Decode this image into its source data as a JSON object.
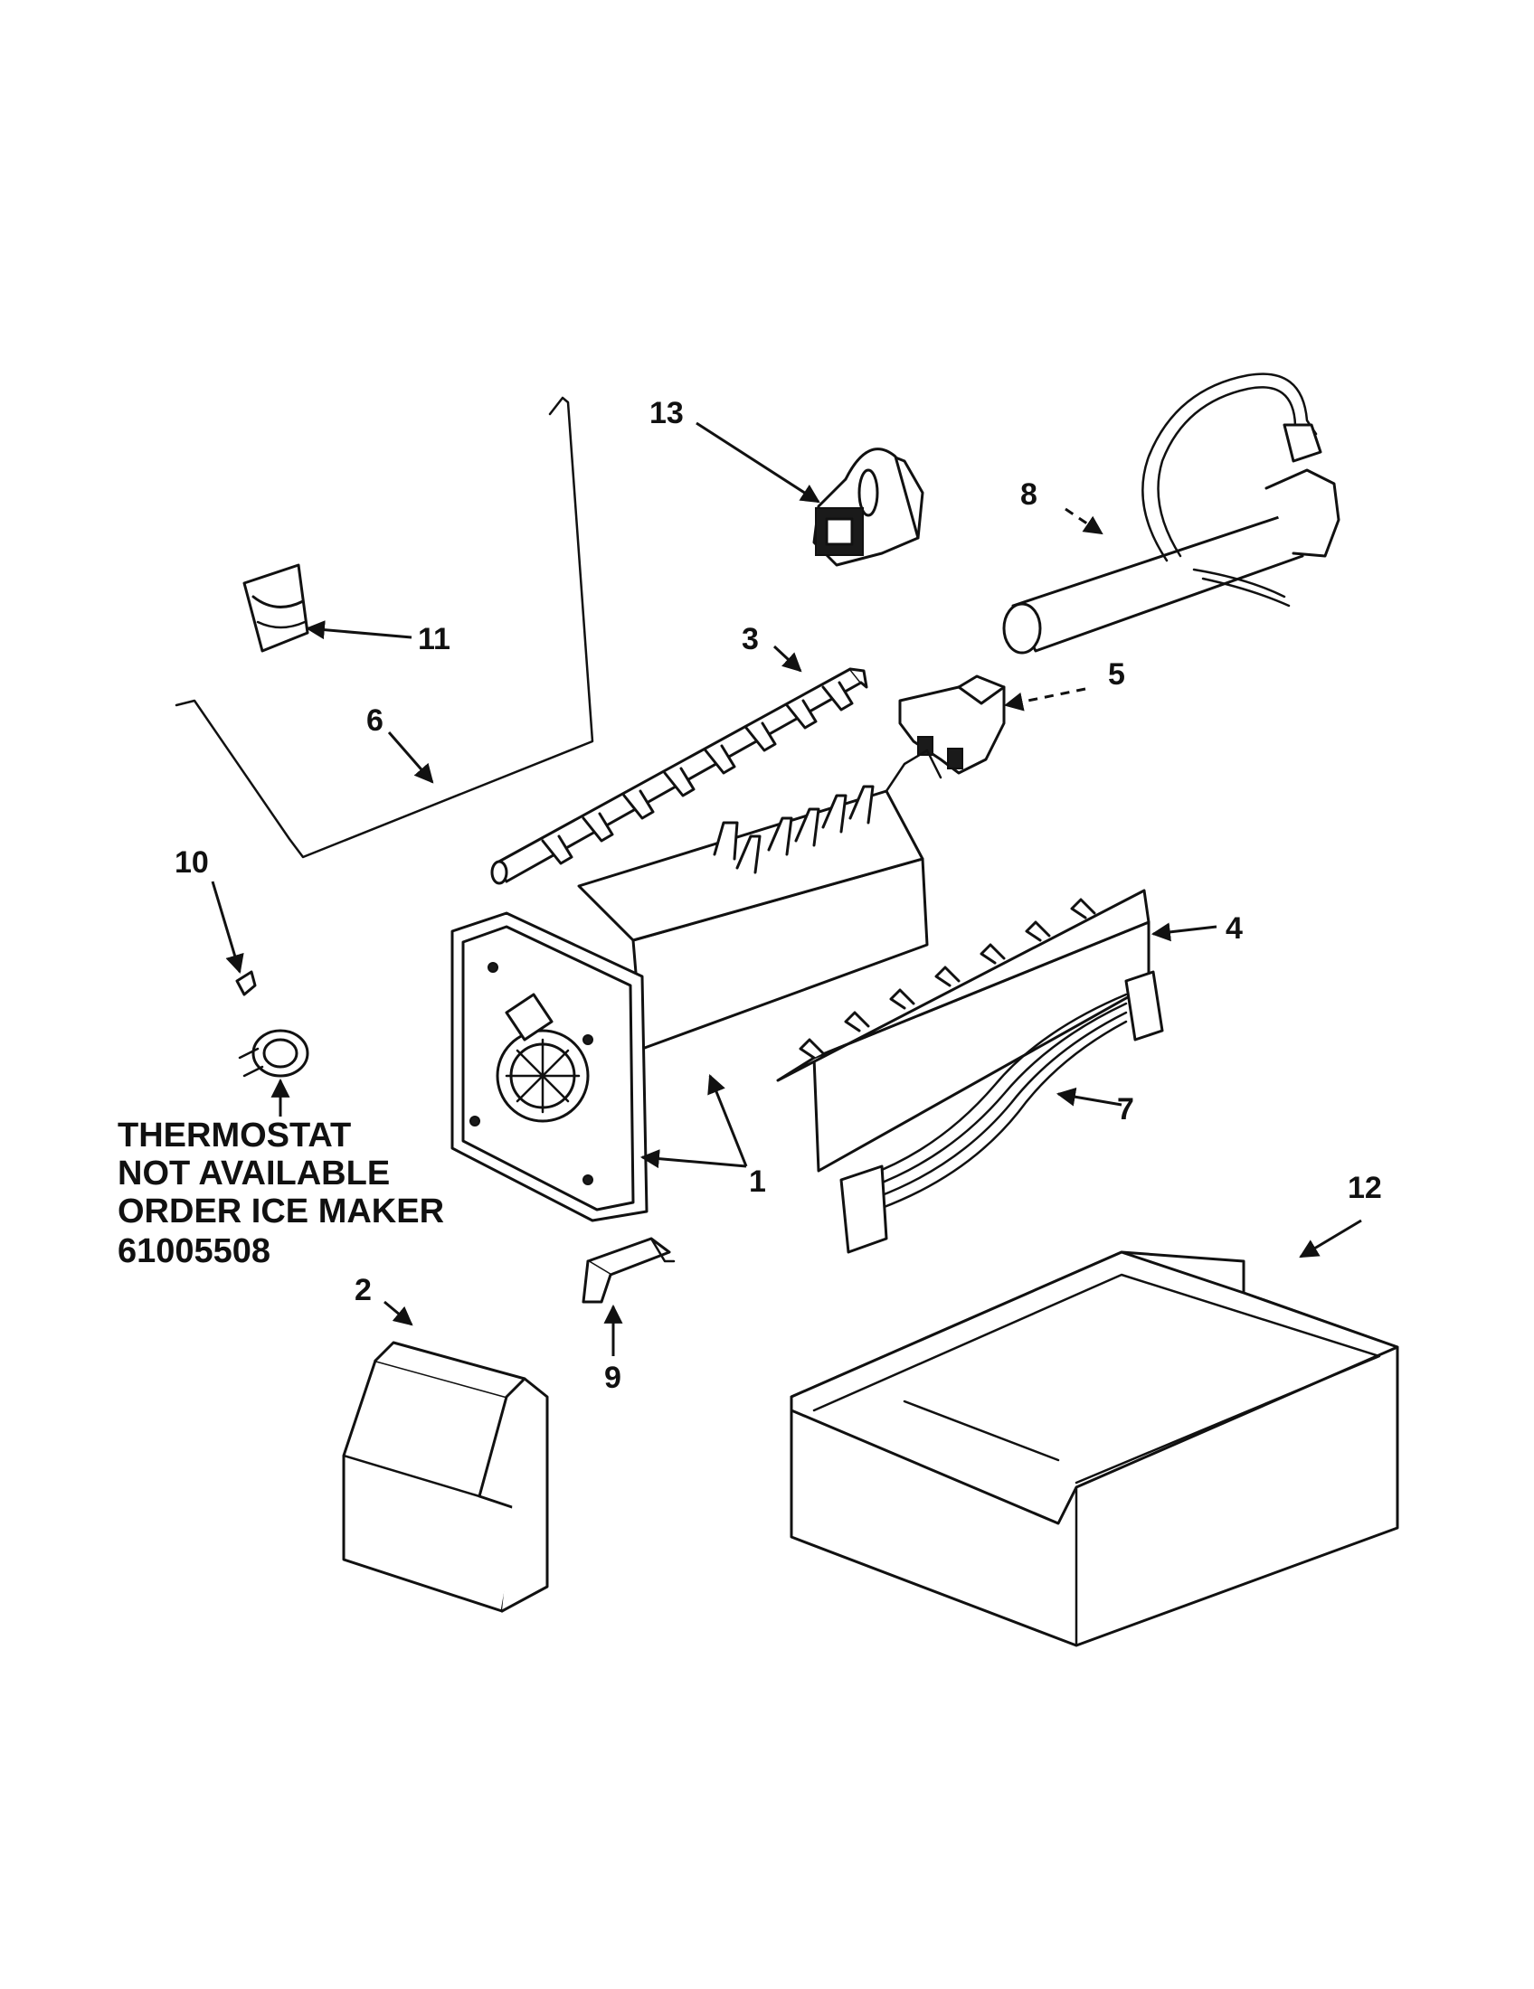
{
  "callouts": {
    "c1": "1",
    "c2": "2",
    "c3": "3",
    "c4": "4",
    "c5": "5",
    "c6": "6",
    "c7": "7",
    "c8": "8",
    "c9": "9",
    "c10": "10",
    "c11": "11",
    "c12": "12",
    "c13": "13"
  },
  "note": {
    "line1": "THERMOSTAT",
    "line2": "NOT AVAILABLE",
    "line3": "ORDER ICE MAKER",
    "part_number": "61005508"
  }
}
